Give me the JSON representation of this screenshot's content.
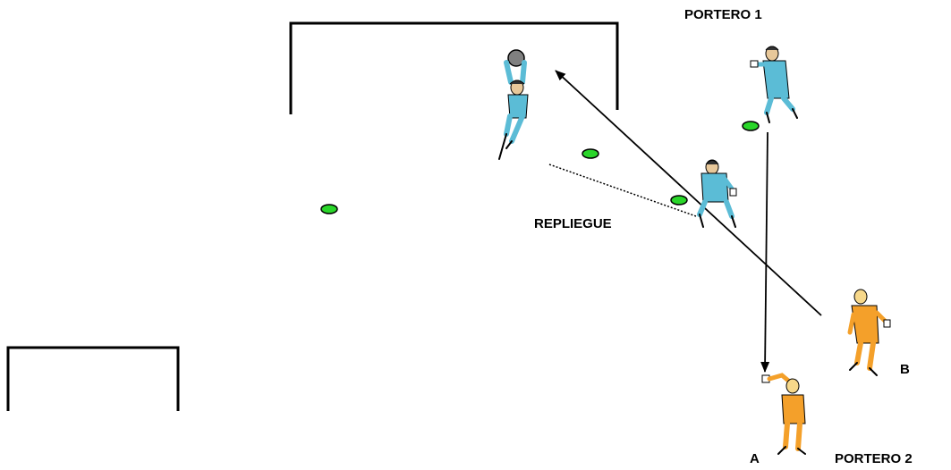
{
  "labels": {
    "portero1": "PORTERO 1",
    "repliegue": "REPLIEGUE",
    "b": "B",
    "a": "A",
    "portero2": "PORTERO 2"
  },
  "colors": {
    "blue_keeper": "#5bbcd6",
    "orange_keeper": "#f4a02a",
    "cone_green": "#2ad62a",
    "ball_grey": "#808080",
    "lines": "#000000"
  }
}
